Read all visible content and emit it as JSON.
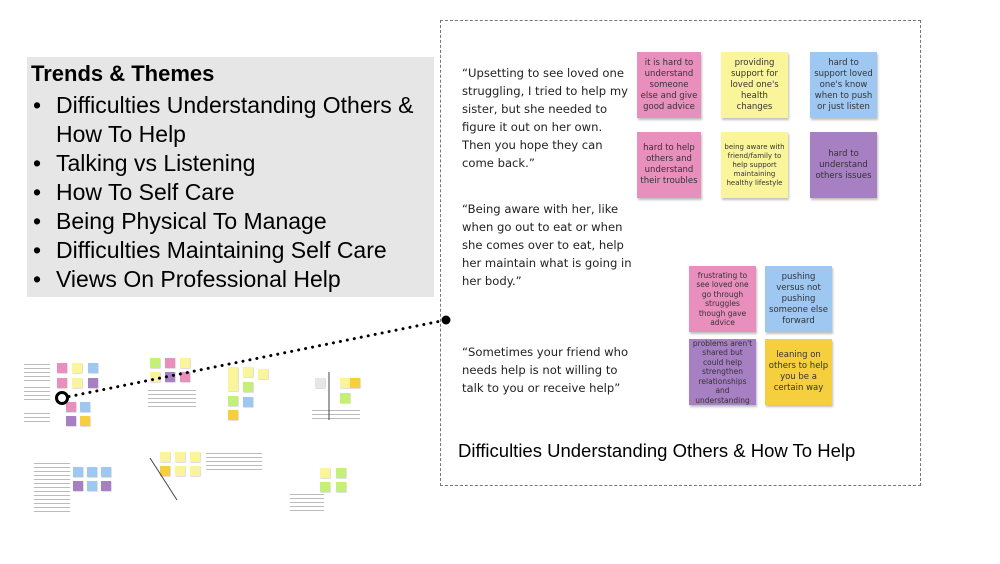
{
  "themes": {
    "title": "Trends & Themes",
    "items": [
      "Difficulties Understanding Others & How To Help",
      "Talking vs Listening",
      "How To Self Care",
      "Being Physical To Manage",
      "Difficulties Maintaining Self Care",
      "Views On Professional Help"
    ]
  },
  "detail": {
    "caption": "Difficulties Understanding Others & How To Help",
    "quotes": [
      "“Upsetting to see loved one struggling, I tried to help my sister, but she needed to figure it out on her own. Then you hope they can come back.”",
      "“Being aware with her, like when go out to eat or when she comes over to eat, help her maintain what is going in her body.”",
      "“Sometimes your friend who needs help is not willing to talk to you or receive help”"
    ],
    "stickies": [
      {
        "text": "it is hard to understand someone else and give good advice",
        "color": "#e88fbd"
      },
      {
        "text": "providing support for loved one's health changes",
        "color": "#faf59a"
      },
      {
        "text": "hard to support loved one's know when to push or just listen",
        "color": "#9ec7f2"
      },
      {
        "text": "hard to help others and understand their troubles",
        "color": "#e88fbd"
      },
      {
        "text": "being aware with friend/family to help support maintaining healthy lifestyle",
        "color": "#faf59a"
      },
      {
        "text": "hard to understand others issues",
        "color": "#a77fc3"
      },
      {
        "text": "frustrating to see loved one go through struggles though gave advice",
        "color": "#e88fbd"
      },
      {
        "text": "pushing versus not pushing someone else forward",
        "color": "#9ec7f2"
      },
      {
        "text": "problems aren't shared but could help strengthen relationships and understanding",
        "color": "#a77fc3"
      },
      {
        "text": "leaning on others to help you be a certain way",
        "color": "#f5cf3e"
      }
    ]
  },
  "colors": {
    "pink": "#e88fbd",
    "yellow": "#faf59a",
    "blue": "#9ec7f2",
    "purple": "#a77fc3",
    "gold": "#f5cf3e",
    "green": "#c4f07a",
    "theme_panel": "#e6e6e6"
  }
}
